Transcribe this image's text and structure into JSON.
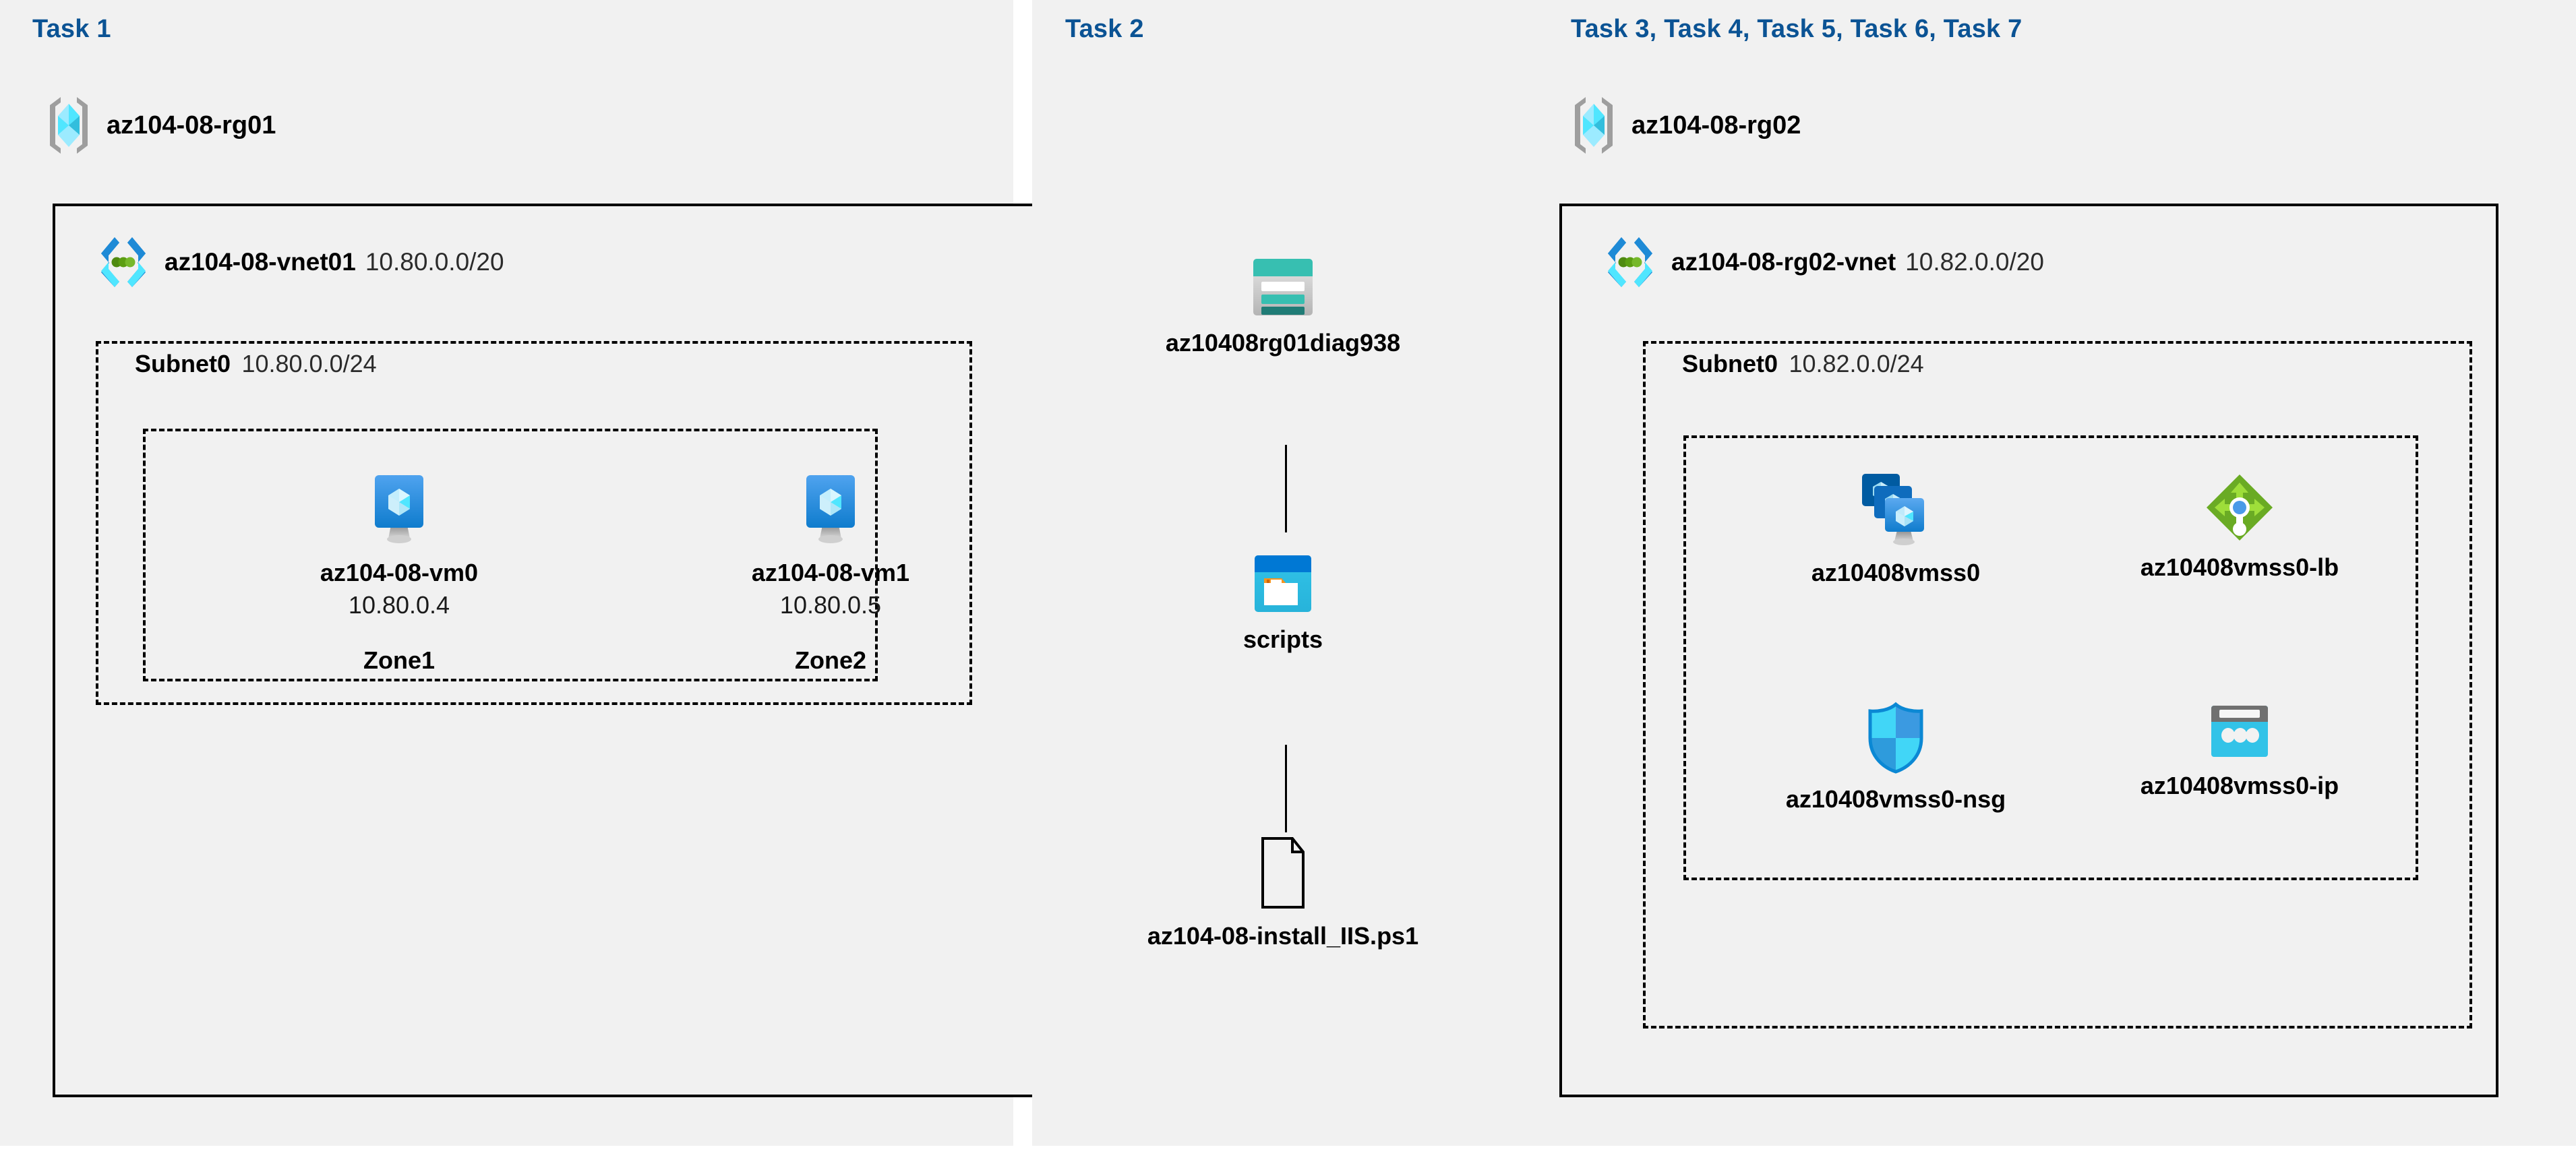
{
  "colors": {
    "heading_blue": "#0b5394",
    "panel_bg": "#f1f1f1",
    "page_bg": "#ffffff",
    "border": "#000000",
    "vnet_dark_blue": "#1e8ad6",
    "vnet_cyan": "#50e6ff",
    "vnet_green_dot": "#57a300",
    "rg_cyan": "#50e6ff",
    "rg_gray": "#9e9e9e",
    "vm_blue_top": "#4fa3ef",
    "vm_blue_bottom": "#0f7ccd",
    "storage_teal": "#37bfb1",
    "storage_teal_dark": "#207c76",
    "container_header_blue": "#0078d4",
    "container_body_cyan": "#32c3e8",
    "container_tab_orange": "#f7941e",
    "lb_green": "#6aab24",
    "lb_green_light": "#9ede3a",
    "lb_blue_dot": "#4a9ae8",
    "nsg_cyan": "#41d6f7",
    "nsg_blue": "#3b9ae1",
    "pip_gray": "#707070",
    "pip_cyan": "#32c3e8"
  },
  "panels": {
    "task1": {
      "heading": "Task 1"
    },
    "task2": {
      "heading": "Task 2"
    },
    "task3": {
      "heading": "Task 3, Task 4, Task 5, Task 6, Task 7"
    }
  },
  "resource_groups": [
    {
      "name": "az104-08-rg01",
      "icon": "resource-group-icon"
    },
    {
      "name": "az104-08-rg02",
      "icon": "resource-group-icon"
    }
  ],
  "vnets": [
    {
      "name": "az104-08-vnet01",
      "cidr": "10.80.0.0/20",
      "icon": "virtual-network-icon"
    },
    {
      "name": "az104-08-rg02-vnet",
      "cidr": "10.82.0.0/20",
      "icon": "virtual-network-icon"
    }
  ],
  "subnets": [
    {
      "name": "Subnet0",
      "cidr": "10.80.0.0/24"
    },
    {
      "name": "Subnet0",
      "cidr": "10.82.0.0/24"
    }
  ],
  "virtual_machines": [
    {
      "name": "az104-08-vm0",
      "ip": "10.80.0.4",
      "zone": "Zone1",
      "icon": "virtual-machine-icon"
    },
    {
      "name": "az104-08-vm1",
      "ip": "10.80.0.5",
      "zone": "Zone2",
      "icon": "virtual-machine-icon"
    }
  ],
  "storage": {
    "account": {
      "name": "az10408rg01diag938",
      "icon": "storage-account-icon"
    },
    "container": {
      "name": "scripts",
      "icon": "blob-container-icon"
    },
    "file": {
      "name": "az104-08-install_IIS.ps1",
      "icon": "script-file-icon"
    }
  },
  "scale_set_resources": [
    {
      "name": "az10408vmss0",
      "icon": "vm-scale-set-icon"
    },
    {
      "name": "az10408vmss0-lb",
      "icon": "load-balancer-icon"
    },
    {
      "name": "az10408vmss0-nsg",
      "icon": "network-security-group-icon"
    },
    {
      "name": "az10408vmss0-ip",
      "icon": "public-ip-address-icon"
    }
  ]
}
